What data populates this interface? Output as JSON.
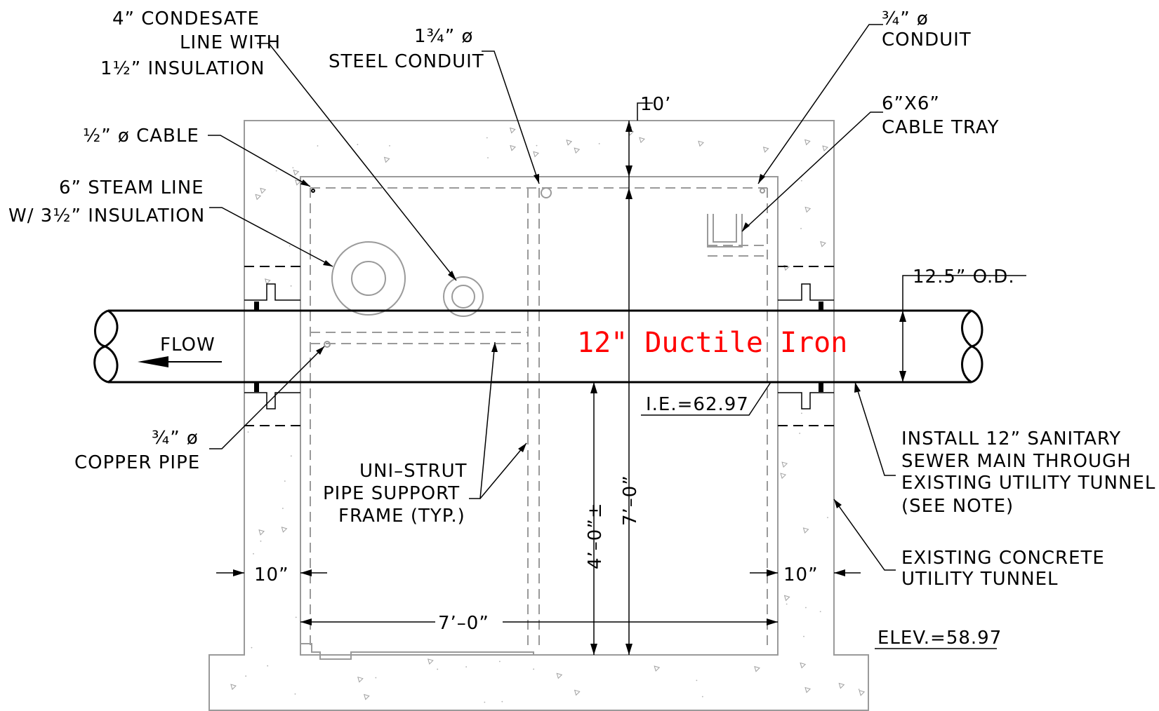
{
  "labels": {
    "condensate": [
      "4” CONDESATE",
      "LINE WITH",
      "1½” INSULATION"
    ],
    "steel_conduit": [
      "1¾” ø",
      "STEEL CONDUIT"
    ],
    "conduit_34": [
      "¾” ø",
      "CONDUIT"
    ],
    "cable": "½” ø CABLE",
    "cable_tray": [
      "6”X6”",
      "CABLE TRAY"
    ],
    "steam": [
      "6” STEAM LINE",
      "W/ 3½” INSULATION"
    ],
    "flow": "FLOW",
    "pipe_label": "12\" Ductile Iron",
    "od": "12.5” O.D.",
    "clearance_top": "10’",
    "invert": "I.E.=62.97",
    "copper": [
      "¾” ø",
      "COPPER PIPE"
    ],
    "unistrut": [
      "UNI–STRUT",
      "PIPE SUPPORT",
      "FRAME (TYP.)"
    ],
    "install_note": [
      "INSTALL 12” SANITARY",
      "SEWER MAIN THROUGH",
      "EXISTING UTILITY TUNNEL",
      "(SEE NOTE)"
    ],
    "existing_tunnel": [
      "EXISTING CONCRETE",
      "UTILITY TUNNEL"
    ],
    "wall_left": "10”",
    "wall_right": "10”",
    "width_dim": "7’–0”",
    "height_dim": "7’–0”",
    "invert_height_dim": "4’–0”±",
    "floor_elev": "ELEV.=58.97"
  },
  "colors": {
    "pipe_label": "#ff0000",
    "concrete_outline": "#9a9a9a",
    "linework": "#000000"
  }
}
